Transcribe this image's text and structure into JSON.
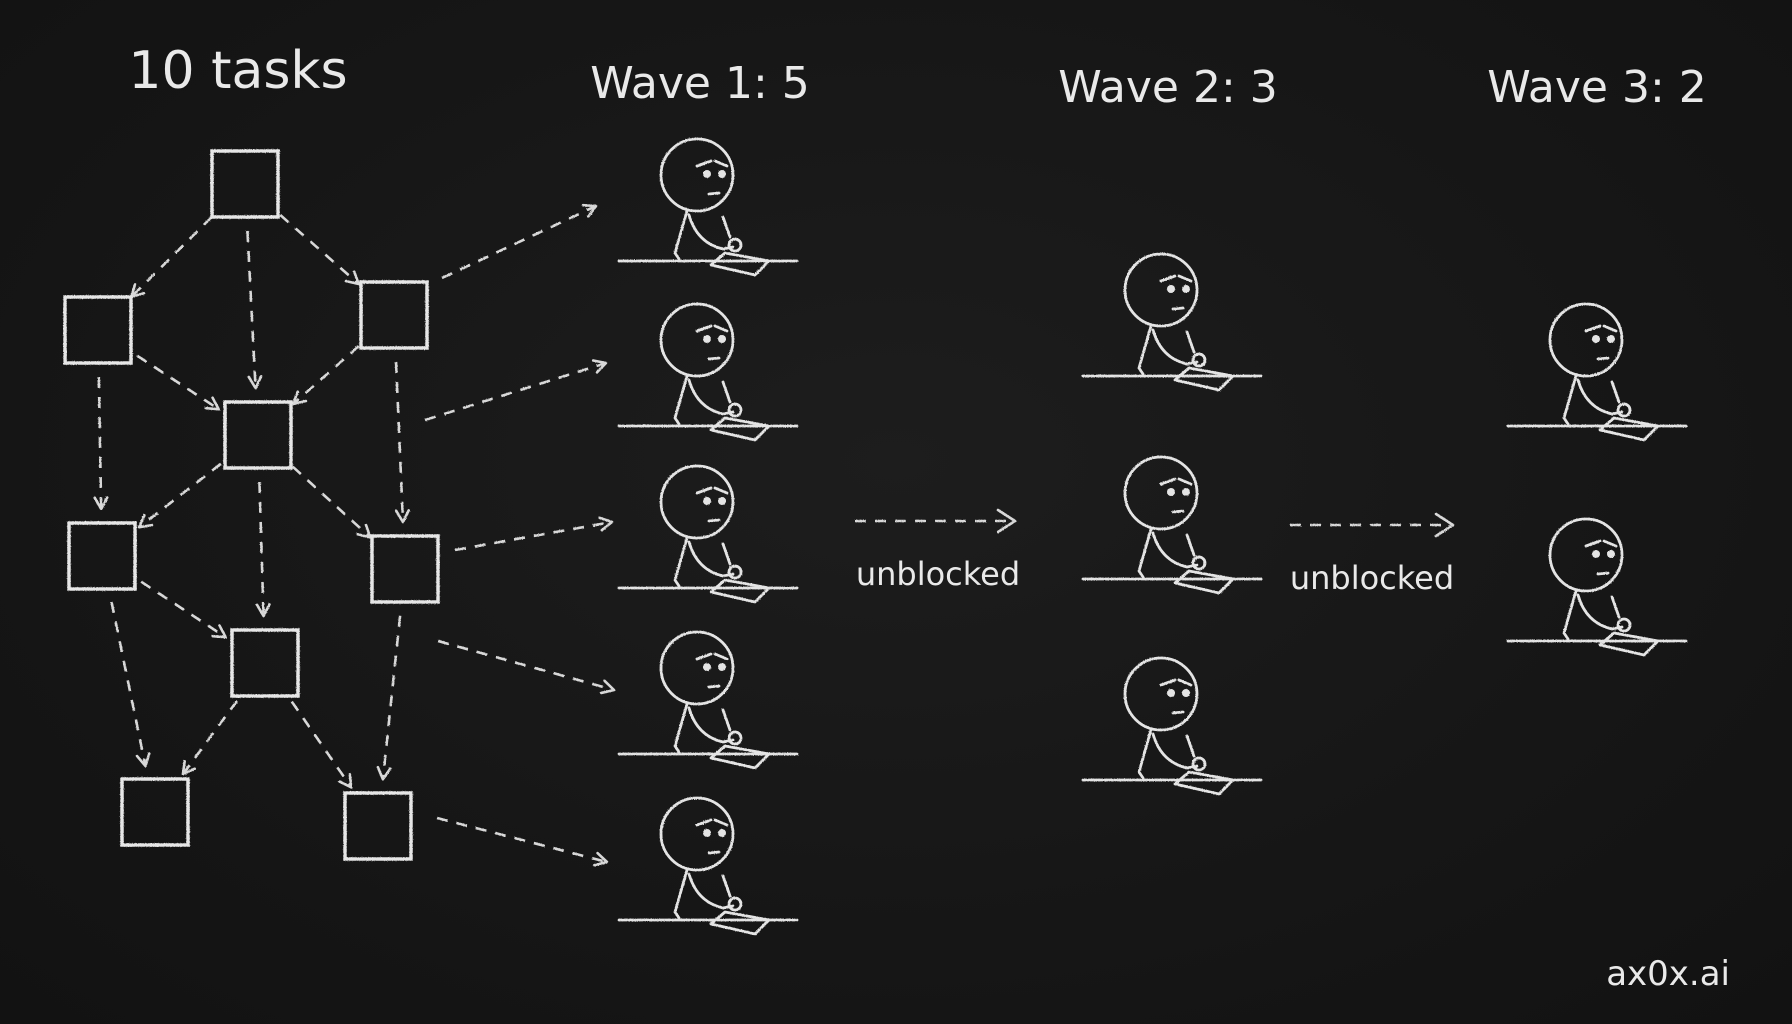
{
  "title": "10 tasks",
  "waves": [
    {
      "label": "Wave 1: 5",
      "workers": 5
    },
    {
      "label": "Wave 2: 3",
      "workers": 3
    },
    {
      "label": "Wave 3: 2",
      "workers": 2
    }
  ],
  "transitions": [
    {
      "label": "unblocked"
    },
    {
      "label": "unblocked"
    }
  ],
  "brand": "ax0x.ai",
  "icons": {
    "task": "task-box-icon",
    "worker": "stick-figure-worker-icon"
  },
  "colors": {
    "background": "#161616",
    "chalk": "#e6e6e6"
  }
}
